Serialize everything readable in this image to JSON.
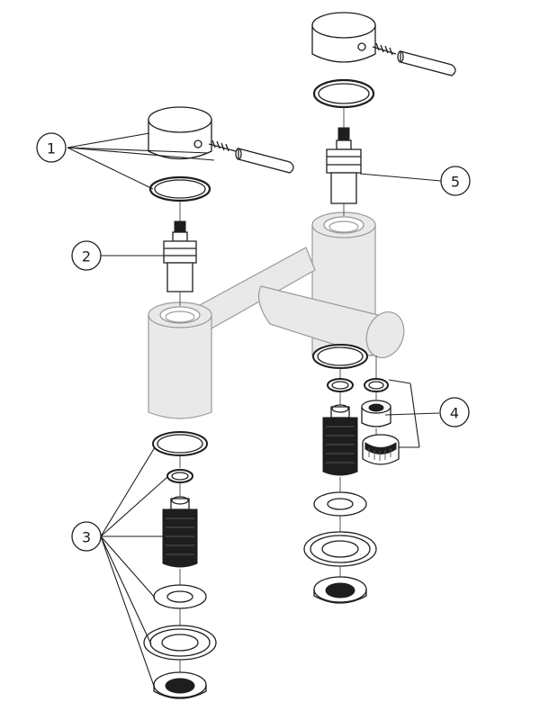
{
  "callouts": [
    {
      "id": "1",
      "label": "1"
    },
    {
      "id": "2",
      "label": "2"
    },
    {
      "id": "3",
      "label": "3"
    },
    {
      "id": "4",
      "label": "4"
    },
    {
      "id": "5",
      "label": "5"
    }
  ],
  "colors": {
    "line": "#1e1e1e",
    "body_fill": "#e9e9e9",
    "body_outline": "#9a9a9a",
    "background": "#ffffff"
  }
}
